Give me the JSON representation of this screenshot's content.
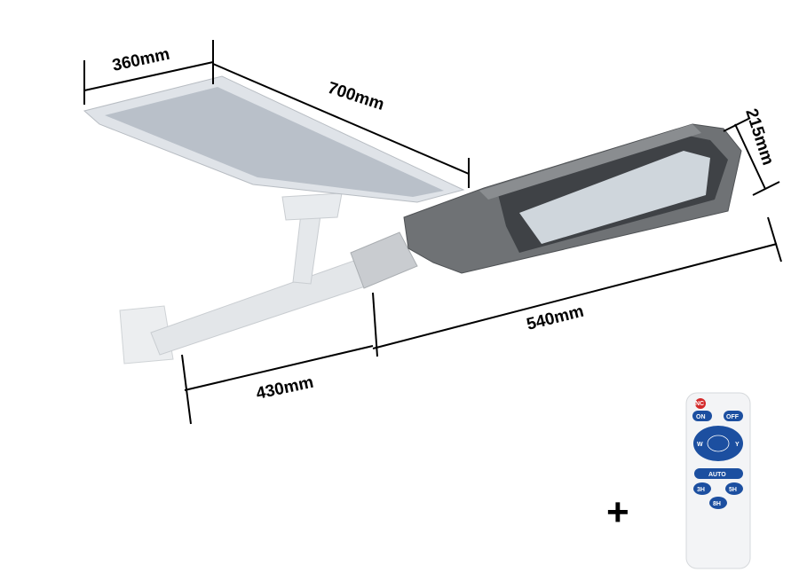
{
  "dimensions": {
    "panel_width": "360mm",
    "panel_length": "700mm",
    "lamp_width": "215mm",
    "lamp_length": "540mm",
    "arm_length": "430mm"
  },
  "plus_sign": "+",
  "remote": {
    "buttons": [
      "NC",
      "ON",
      "OFF",
      "W",
      "Y",
      "AUTO",
      "3H",
      "5H",
      "8H"
    ]
  },
  "colors": {
    "remote_blue": "#1c4fa0",
    "remote_red": "#d42a2a",
    "lamp_gray": "#6f7275",
    "panel_silver": "#dfe3e8"
  }
}
